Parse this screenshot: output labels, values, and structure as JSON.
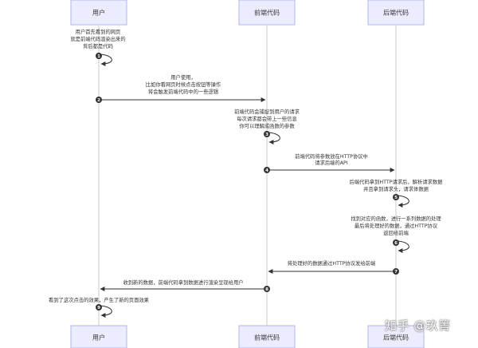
{
  "participants": [
    {
      "id": "user",
      "label": "用户"
    },
    {
      "id": "frontend",
      "label": "前端代码"
    },
    {
      "id": "backend",
      "label": "后端代码"
    }
  ],
  "messages": [
    {
      "number": "1",
      "from": "user",
      "to": "user",
      "lines": [
        "用户首先看到的网页",
        "就是前端代码渲染出来的",
        "背后都是代码"
      ]
    },
    {
      "number": "2",
      "from": "user",
      "to": "frontend",
      "lines": [
        "用户使用，",
        "比如你看网页时候点击按钮等操作",
        "将会触发前端代码中的一些逻辑"
      ]
    },
    {
      "number": "3",
      "from": "frontend",
      "to": "frontend",
      "lines": [
        "前端代码会捕捉到用户的请求",
        "每次请求都会带上一些信息",
        "你可以理解成函数的参数"
      ]
    },
    {
      "number": "4",
      "from": "frontend",
      "to": "backend",
      "lines": [
        "前端代码将参数放在HTTP协议中",
        "请求后端的API"
      ]
    },
    {
      "number": "5",
      "from": "backend",
      "to": "backend",
      "lines": [
        "后端代码拿到HTTP请求后，解析请求数据",
        "并且拿到请求头，请求体数据"
      ]
    },
    {
      "number": "6",
      "from": "backend",
      "to": "backend",
      "lines": [
        "找到对应的函数，进行一系列数据的处理",
        "最后将处理好的数据，通过HTTP协议",
        "返回给前端"
      ]
    },
    {
      "number": "7",
      "from": "backend",
      "to": "frontend",
      "lines": [
        "将处理好的数据通过HTTP协议发给前端"
      ]
    },
    {
      "number": "8",
      "from": "frontend",
      "to": "user",
      "lines": [
        "收到新的数据，前端代码拿到数据进行渲染呈现给用户"
      ]
    },
    {
      "number": "9",
      "from": "user",
      "to": "user",
      "lines": [
        "看到了这次点击的效果，产生了新的页面效果"
      ]
    }
  ],
  "watermark": "知乎 @玖箐"
}
